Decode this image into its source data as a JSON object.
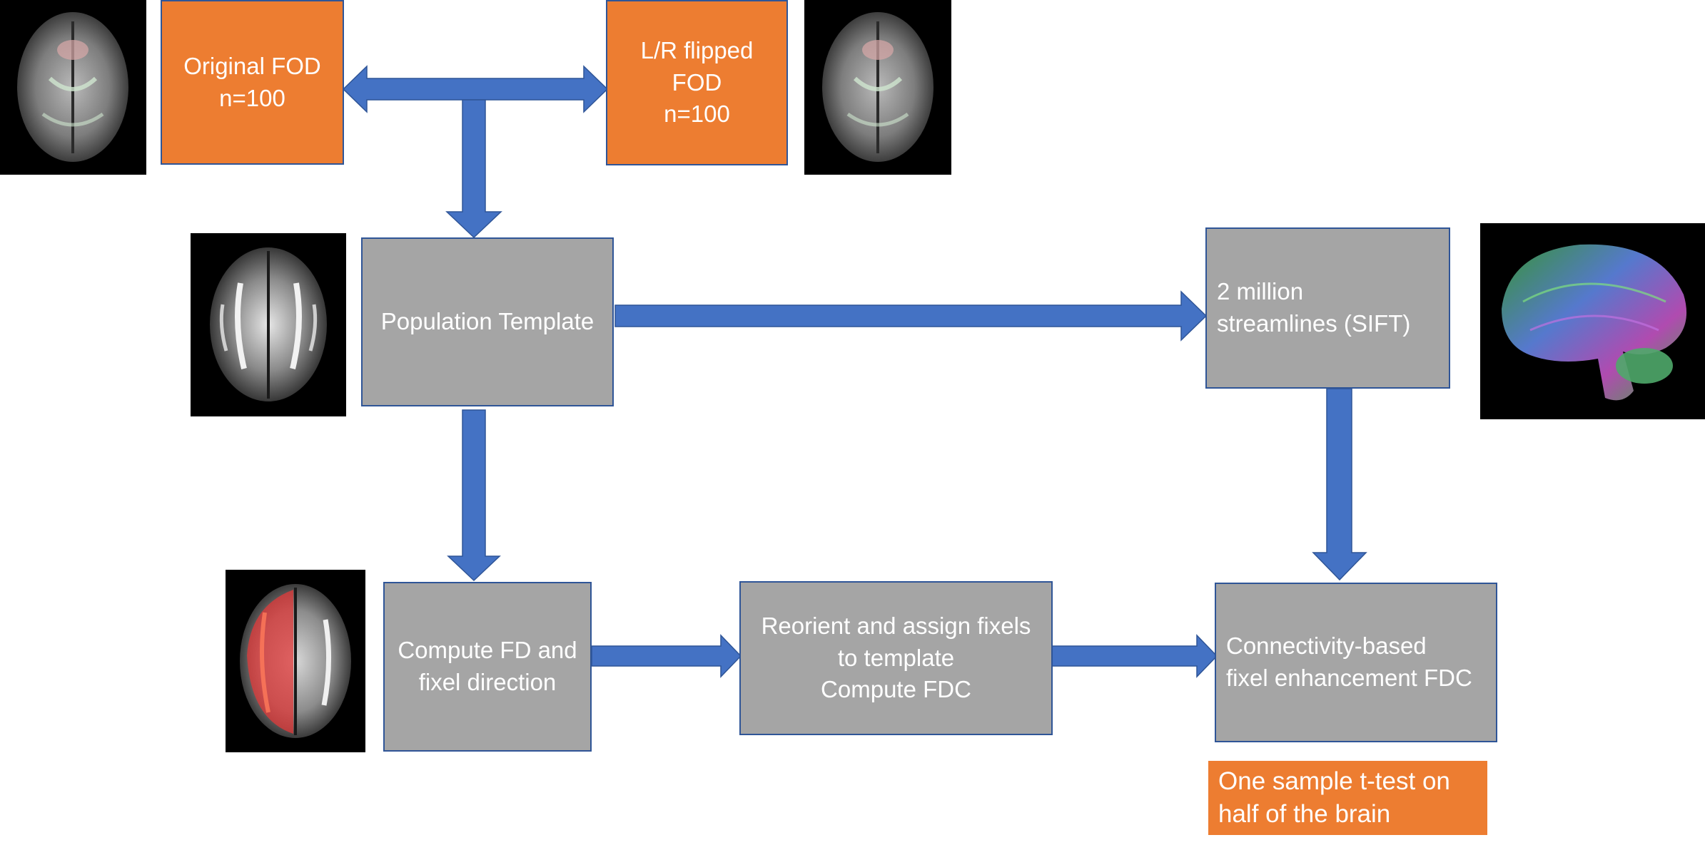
{
  "colors": {
    "orange": "#ED7D31",
    "gray": "#A5A5A5",
    "arrow": "#4472C4",
    "border": "#2F5597"
  },
  "boxes": {
    "original_fod": {
      "line1": "Original FOD",
      "line2": "n=100"
    },
    "flipped_fod": {
      "line1": "L/R flipped",
      "line2": "FOD",
      "line3": "n=100"
    },
    "population_template": {
      "line1": "Population Template"
    },
    "streamlines": {
      "line1": "2 million",
      "line2": "streamlines (SIFT)"
    },
    "compute_fd": {
      "line1": "Compute FD and",
      "line2": "fixel direction"
    },
    "reorient": {
      "line1": "Reorient and assign fixels",
      "line2": "to template",
      "line3": "Compute FDC"
    },
    "cfe": {
      "line1": "Connectivity-based",
      "line2": "fixel enhancement FDC"
    },
    "ttest": {
      "line1": "One sample t-test on",
      "line2": "half of the brain"
    }
  },
  "images": [
    {
      "name": "original-brain-axial-image",
      "kind": "grayscale axial brain FOD"
    },
    {
      "name": "flipped-brain-axial-image",
      "kind": "grayscale axial brain FOD flipped"
    },
    {
      "name": "template-brain-axial-image",
      "kind": "grayscale axial brain template"
    },
    {
      "name": "tractogram-3d-image",
      "kind": "color-coded whole-brain streamlines"
    },
    {
      "name": "fd-overlay-brain-image",
      "kind": "axial brain with red fixel overlay"
    }
  ]
}
